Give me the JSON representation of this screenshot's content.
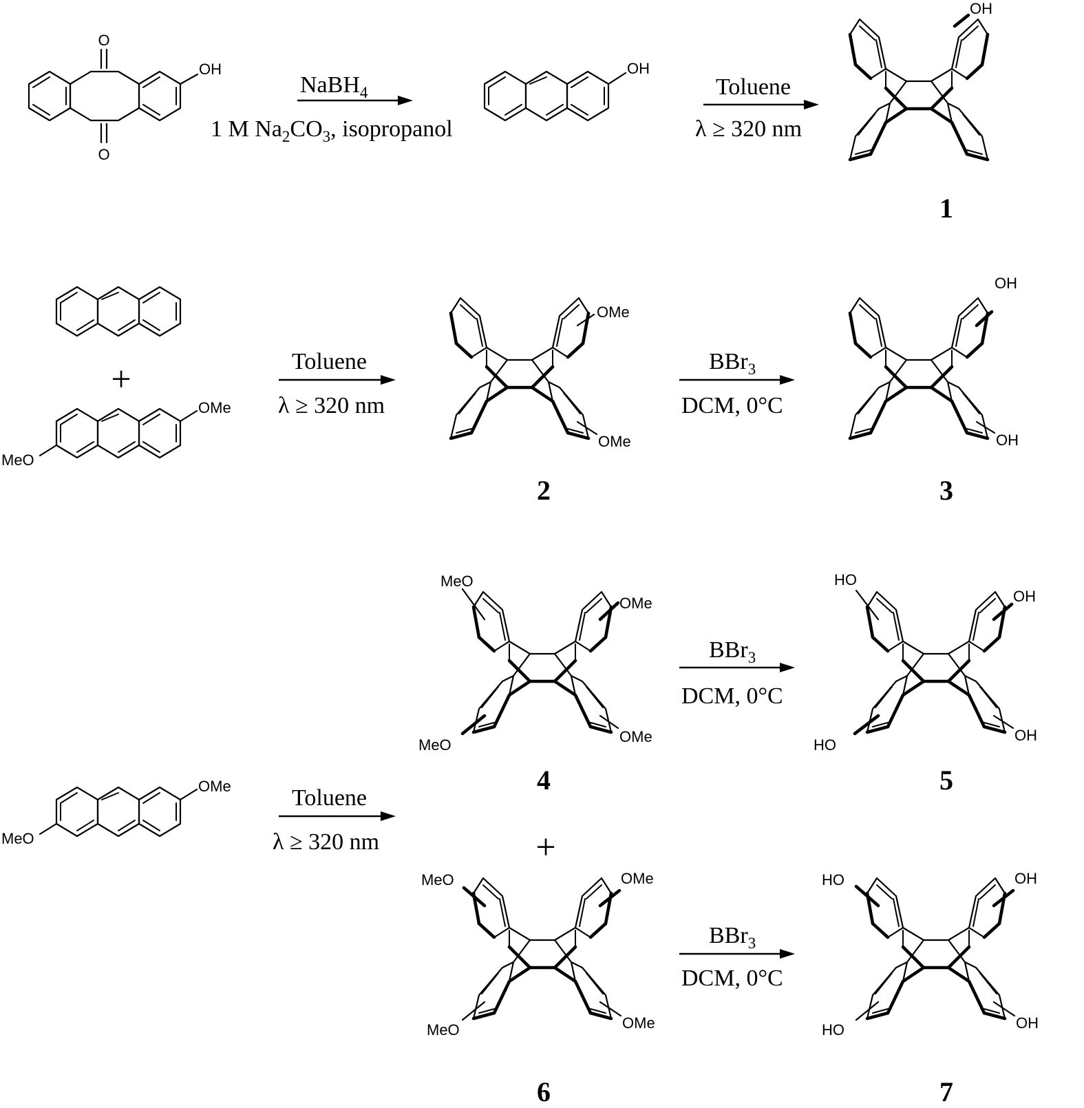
{
  "reactions": [
    {
      "id": "r1",
      "reagent_main": "NaBH",
      "reagent_sub": "4",
      "cond_parts": [
        "1 M Na",
        "2",
        "CO",
        "3",
        ", isopropanol"
      ]
    },
    {
      "id": "r2",
      "reagent": "Toluene",
      "condition": "λ ≥ 320 nm"
    },
    {
      "id": "r3",
      "reagent": "Toluene",
      "condition": "λ ≥ 320 nm"
    },
    {
      "id": "r4",
      "reagent_main": "BBr",
      "reagent_sub": "3",
      "condition": "DCM, 0°C"
    },
    {
      "id": "r5",
      "reagent": "Toluene",
      "condition": "λ ≥ 320 nm"
    },
    {
      "id": "r6",
      "reagent_main": "BBr",
      "reagent_sub": "3",
      "condition": "DCM, 0°C"
    },
    {
      "id": "r7",
      "reagent_main": "BBr",
      "reagent_sub": "3",
      "condition": "DCM, 0°C"
    }
  ],
  "compounds": {
    "c1": "1",
    "c2": "2",
    "c3": "3",
    "c4": "4",
    "c5": "5",
    "c6": "6",
    "c7": "7"
  },
  "atoms": {
    "oh": "OH",
    "ho": "HO",
    "ome": "OMe",
    "meo": "MeO",
    "o": "O"
  },
  "plus": "+"
}
